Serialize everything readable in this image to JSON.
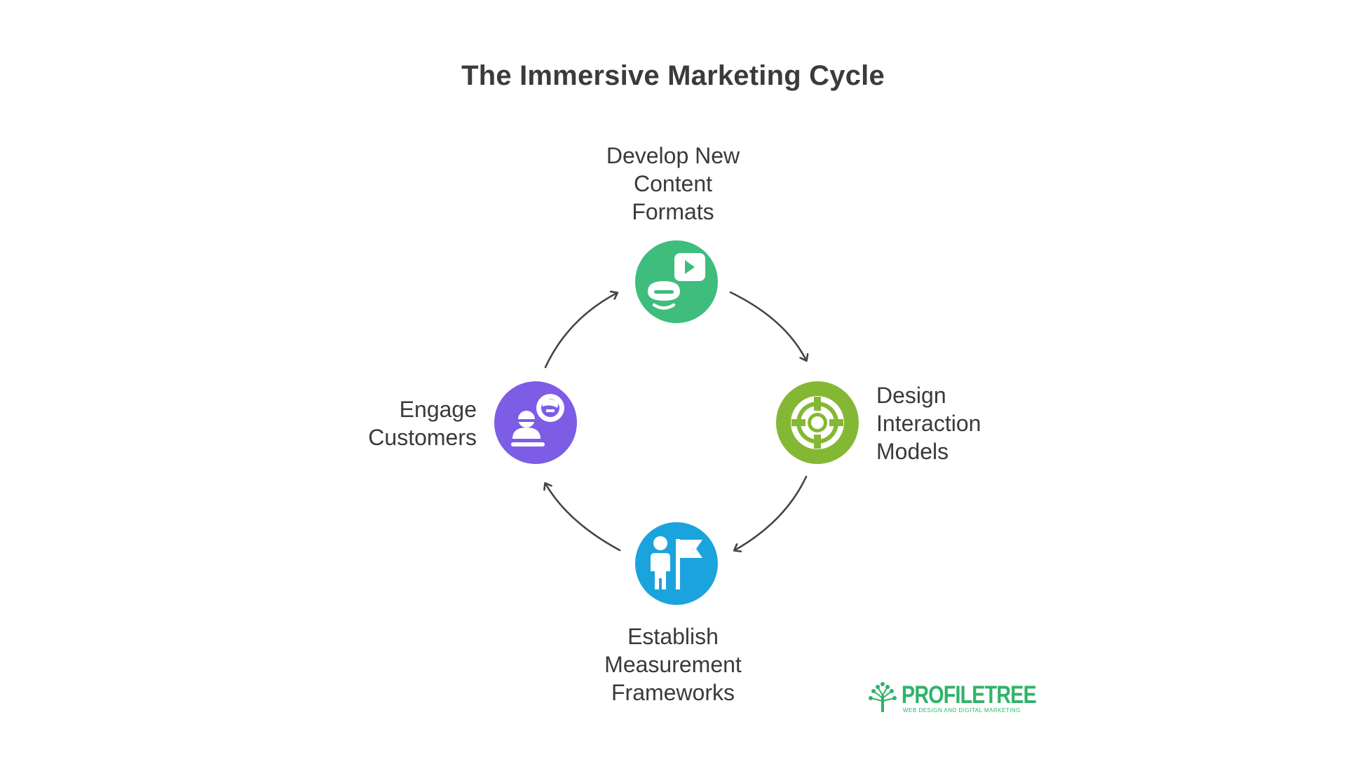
{
  "title": "The Immersive Marketing Cycle",
  "steps": {
    "top": {
      "line1": "Develop New",
      "line2": "Content",
      "line3": "Formats",
      "icon": "vr-headset-video-icon",
      "color": "#3ebd7c"
    },
    "right": {
      "line1": "Design",
      "line2": "Interaction",
      "line3": "Models",
      "icon": "target-rings-icon",
      "color": "#84b834"
    },
    "bottom": {
      "line1": "Establish",
      "line2": "Measurement",
      "line3": "Frameworks",
      "icon": "person-flag-icon",
      "color": "#1ba3dd"
    },
    "left": {
      "line1": "Engage",
      "line2": "Customers",
      "icon": "customer-engagement-icon",
      "color": "#7d5ce6"
    }
  },
  "logo": {
    "name": "PROFILETREE",
    "tagline": "WEB DESIGN AND DIGITAL MARKETING",
    "color": "#2fb36a"
  }
}
